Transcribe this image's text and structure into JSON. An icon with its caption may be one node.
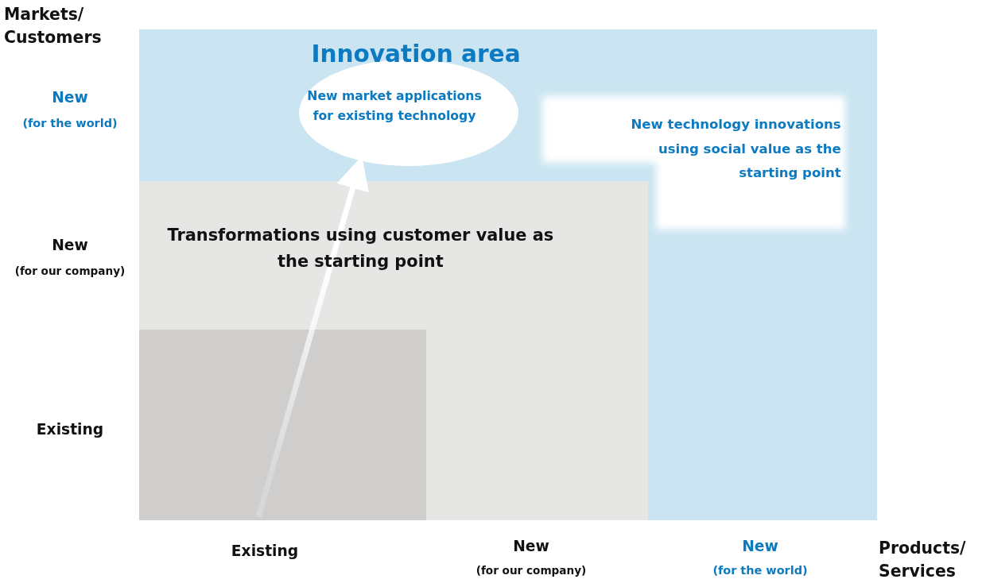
{
  "diagram": {
    "nodes": [
      {
        "text": [
          "Innovation area"
        ]
      },
      {
        "text": [
          "Transformations using customer value as the starting point"
        ],
        "in": 0
      },
      {
        "text": [],
        "shape": "box",
        "in": 1
      },
      {
        "text": [
          "New market applications for existing technology"
        ],
        "in": 0
      },
      {
        "text": [
          "New technology innovations using social value as the starting point"
        ],
        "in": 0
      }
    ],
    "edges": [
      {
        "from": 2,
        "to": 3,
        "arrow": "to"
      }
    ],
    "labels": [
      "Markets/ Customers",
      "New",
      "(for the world)",
      "New",
      "(for our company)",
      "Existing",
      "Existing",
      "New",
      "(for our company)",
      "New",
      "(for the world)",
      "Products/ Services"
    ]
  }
}
